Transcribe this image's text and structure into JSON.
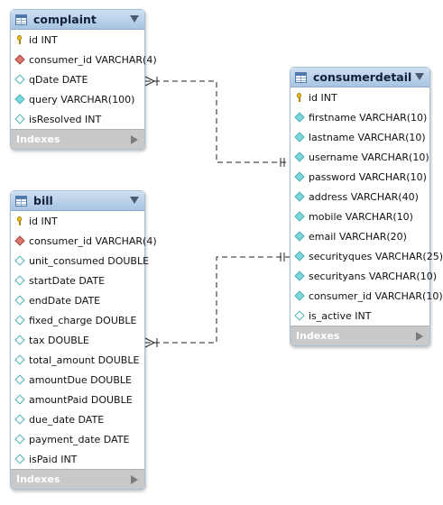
{
  "tables": {
    "complaint": {
      "name": "complaint",
      "columns": [
        {
          "text": "id INT",
          "kind": "pk"
        },
        {
          "text": "consumer_id VARCHAR(4)",
          "kind": "fk"
        },
        {
          "text": "qDate DATE",
          "kind": "attr"
        },
        {
          "text": "query VARCHAR(100)",
          "kind": "attr-filled"
        },
        {
          "text": "isResolved INT",
          "kind": "attr"
        }
      ],
      "footer": "Indexes"
    },
    "bill": {
      "name": "bill",
      "columns": [
        {
          "text": "id INT",
          "kind": "pk"
        },
        {
          "text": "consumer_id VARCHAR(4)",
          "kind": "fk"
        },
        {
          "text": "unit_consumed DOUBLE",
          "kind": "attr"
        },
        {
          "text": "startDate DATE",
          "kind": "attr"
        },
        {
          "text": "endDate DATE",
          "kind": "attr"
        },
        {
          "text": "fixed_charge DOUBLE",
          "kind": "attr"
        },
        {
          "text": "tax DOUBLE",
          "kind": "attr"
        },
        {
          "text": "total_amount DOUBLE",
          "kind": "attr"
        },
        {
          "text": "amountDue DOUBLE",
          "kind": "attr"
        },
        {
          "text": "amountPaid DOUBLE",
          "kind": "attr"
        },
        {
          "text": "due_date DATE",
          "kind": "attr"
        },
        {
          "text": "payment_date DATE",
          "kind": "attr"
        },
        {
          "text": "isPaid INT",
          "kind": "attr"
        }
      ],
      "footer": "Indexes"
    },
    "consumerdetail": {
      "name": "consumerdetail",
      "columns": [
        {
          "text": "id INT",
          "kind": "pk"
        },
        {
          "text": "firstname VARCHAR(10)",
          "kind": "attr-filled"
        },
        {
          "text": "lastname VARCHAR(10)",
          "kind": "attr-filled"
        },
        {
          "text": "username VARCHAR(10)",
          "kind": "attr-filled"
        },
        {
          "text": "password VARCHAR(10)",
          "kind": "attr-filled"
        },
        {
          "text": "address VARCHAR(40)",
          "kind": "attr-filled"
        },
        {
          "text": "mobile VARCHAR(10)",
          "kind": "attr-filled"
        },
        {
          "text": "email VARCHAR(20)",
          "kind": "attr-filled"
        },
        {
          "text": "securityques VARCHAR(25)",
          "kind": "attr-filled"
        },
        {
          "text": "securityans VARCHAR(10)",
          "kind": "attr-filled"
        },
        {
          "text": "consumer_id VARCHAR(10)",
          "kind": "attr-filled"
        },
        {
          "text": "is_active INT",
          "kind": "attr"
        }
      ],
      "footer": "Indexes"
    }
  },
  "relationships": [
    {
      "from": "complaint",
      "to": "consumerdetail",
      "from_end": "many",
      "to_end": "one"
    },
    {
      "from": "bill",
      "to": "consumerdetail",
      "from_end": "many",
      "to_end": "one"
    }
  ],
  "colors": {
    "header_gradient_top": "#cfe0f1",
    "header_gradient_bottom": "#a8c4e2",
    "footer_gray": "#c9c9c9",
    "line": "#222222"
  }
}
